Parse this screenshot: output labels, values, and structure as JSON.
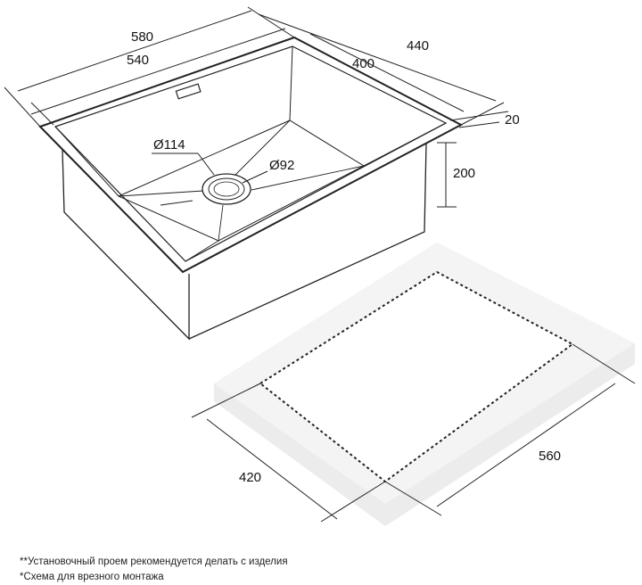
{
  "dimensions": {
    "outer_width": "580",
    "inner_width": "540",
    "outer_depth": "440",
    "inner_depth": "400",
    "rim": "20",
    "height": "200",
    "drain_outer": "Ø114",
    "drain_inner": "Ø92",
    "cutout_depth": "420",
    "cutout_width": "560"
  },
  "notes": [
    "**Установочный проем рекомендуется делать с изделия",
    "*Схема для врезного монтажа"
  ]
}
